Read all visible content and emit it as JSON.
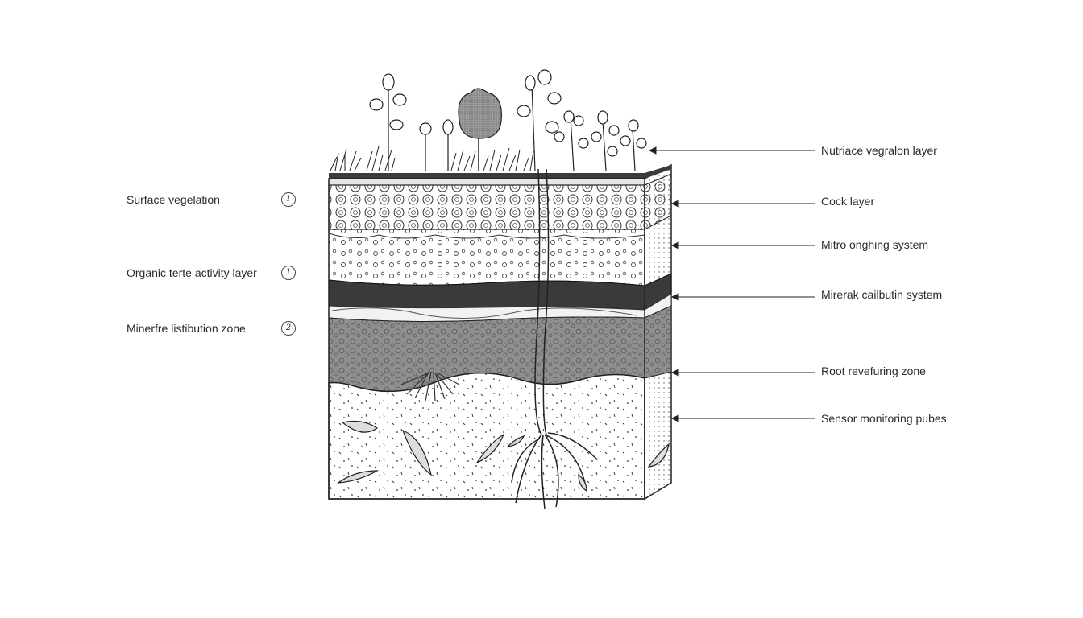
{
  "left_labels": [
    {
      "text": "Surface vegelation",
      "marker": "1"
    },
    {
      "text": "Organic terte activity layer",
      "marker": "1"
    },
    {
      "text": "Minerfre listibution zone",
      "marker": "2"
    }
  ],
  "right_labels": [
    {
      "text": "Nutriace vegralon layer"
    },
    {
      "text": "Cock layer"
    },
    {
      "text": "Mitro onghing system"
    },
    {
      "text": "Mirerak cailbutin system"
    },
    {
      "text": "Root revefuring zone"
    },
    {
      "text": "Sensor monitoring pubes"
    }
  ],
  "colors": {
    "ink": "#222222",
    "dark_band": "#3a3a3a",
    "mid_band": "#8a8a8a",
    "light_band": "#c9c9c9"
  },
  "icons": [
    "plant-icon",
    "tree-icon",
    "root-icon",
    "stone-icon"
  ]
}
